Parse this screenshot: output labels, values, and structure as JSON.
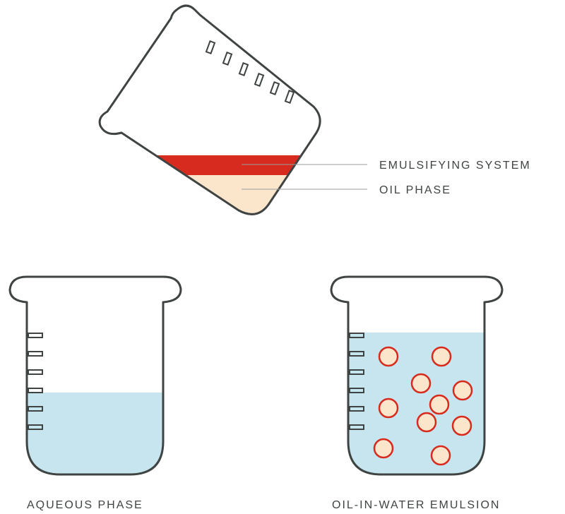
{
  "labels": {
    "emulsifying_system": "EMULSIFYING SYSTEM",
    "oil_phase": "OIL PHASE",
    "aqueous_phase": "AQUEOUS PHASE",
    "oil_in_water": "OIL-IN-WATER EMULSION"
  },
  "colors": {
    "outline": "#3f4443",
    "emulsifier": "#d72b1f",
    "oil": "#fbe6cb",
    "water": "#c7e5ee",
    "droplet_stroke": "#d72b1f",
    "droplet_fill": "#fbe6cb"
  },
  "icons": [
    "tilted-beaker-icon",
    "beaker-icon",
    "oil-droplet-icon"
  ]
}
